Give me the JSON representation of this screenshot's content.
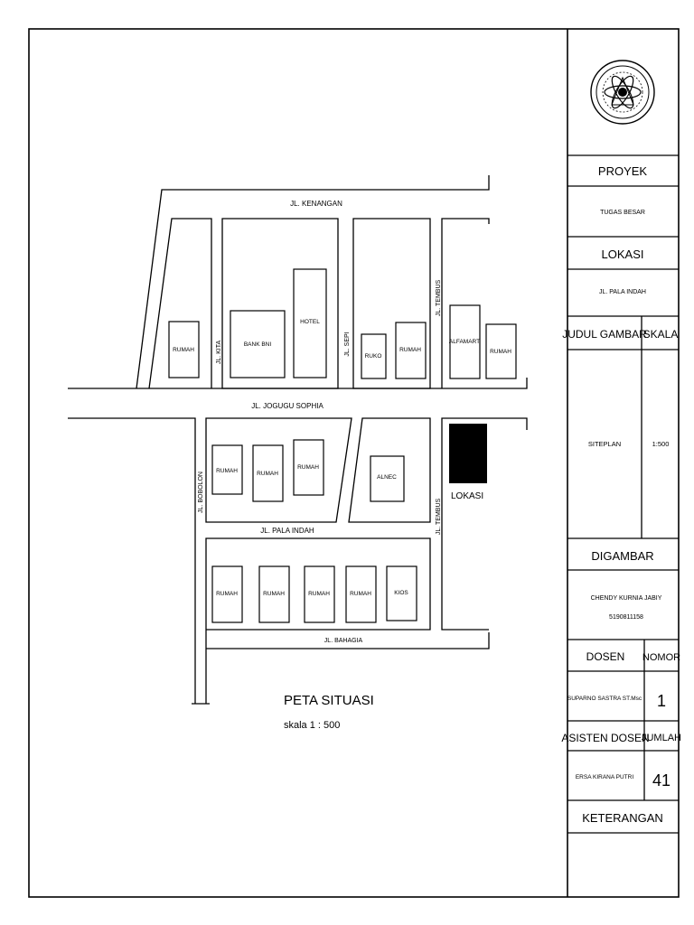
{
  "map": {
    "streets": {
      "kenangan": "JL. KENANGAN",
      "jogugu_sophia": "JL. JOGUGU SOPHIA",
      "kita": "JL. KITA",
      "sepi": "JL. SEPI",
      "tembus_upper": "JL. TEMBUS",
      "tembus_lower": "JL. TEMBUS",
      "bobolon": "JL. BOBOLON",
      "pala_indah": "JL. PALA INDAH",
      "bahagia": "JL. BAHAGIA"
    },
    "buildings": {
      "rumah_1": "RUMAH",
      "bank_bni": "BANK BNI",
      "hotel": "HOTEL",
      "ruko": "RUKO",
      "rumah_2": "RUMAH",
      "alfamart": "ALFAMART",
      "rumah_3": "RUMAH",
      "rumah_4": "RUMAH",
      "rumah_5": "RUMAH",
      "rumah_6": "RUMAH",
      "alnec": "ALNEC",
      "rumah_7": "RUMAH",
      "rumah_8": "RUMAH",
      "rumah_9": "RUMAH",
      "rumah_10": "RUMAH",
      "kios": "KIOS"
    },
    "lokasi": "LOKASI",
    "title": "PETA SITUASI",
    "scale": "skala  1 : 500"
  },
  "title_block": {
    "proyek_label": "PROYEK",
    "proyek_value": "TUGAS BESAR",
    "lokasi_label": "LOKASI",
    "lokasi_value": "JL. PALA INDAH",
    "judul_label": "JUDUL GAMBAR",
    "skala_label": "SKALA",
    "judul_value": "SITEPLAN",
    "skala_value": "1:500",
    "digambar_label": "DIGAMBAR",
    "digambar_name": "CHENDY KURNIA JABIY",
    "digambar_nim": "5190811158",
    "dosen_label": "DOSEN",
    "nomor_label": "NOMOR",
    "dosen_value": "SUPARNO SASTRA ST.Msc",
    "nomor_value": "1",
    "asisten_label": "ASISTEN DOSEN",
    "jumlah_label": "JUMLAH",
    "asisten_value": "ERSA KIRANA PUTRI",
    "jumlah_value": "41",
    "keterangan_label": "KETERANGAN"
  }
}
